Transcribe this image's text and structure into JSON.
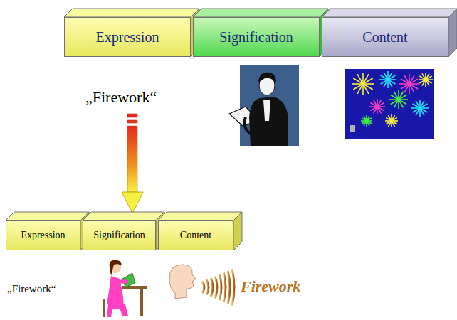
{
  "diagram": {
    "nodes": [
      {
        "text": [
          "Expression"
        ]
      },
      {
        "text": [
          "Signification"
        ]
      },
      {
        "text": [
          "Content"
        ]
      },
      {
        "text": [
          "Expression"
        ]
      },
      {
        "text": [
          "Signification"
        ]
      },
      {
        "text": [
          "Content"
        ]
      }
    ],
    "labels": [
      "„Firework“",
      "„Firework“",
      "Firework"
    ]
  }
}
